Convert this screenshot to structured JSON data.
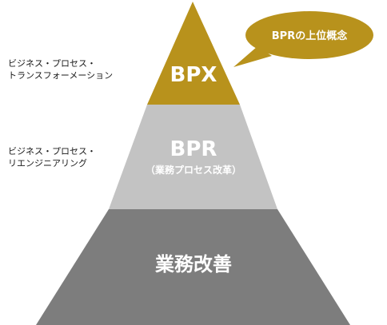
{
  "pyramid": {
    "top": {
      "label": "BPX",
      "side_label_line1": "ビジネス・プロセス・",
      "side_label_line2": "トランスフォーメーション",
      "color": "#b8921c"
    },
    "middle": {
      "label": "BPR",
      "sub_label": "（業務プロセス改革）",
      "side_label_line1": "ビジネス・プロセス・",
      "side_label_line2": "リエンジニアリング",
      "color": "#c3c3c3"
    },
    "bottom": {
      "label": "業務改善",
      "color": "#7d7d7d"
    }
  },
  "callout": {
    "text": "BPRの上位概念",
    "color": "#b8921c"
  }
}
